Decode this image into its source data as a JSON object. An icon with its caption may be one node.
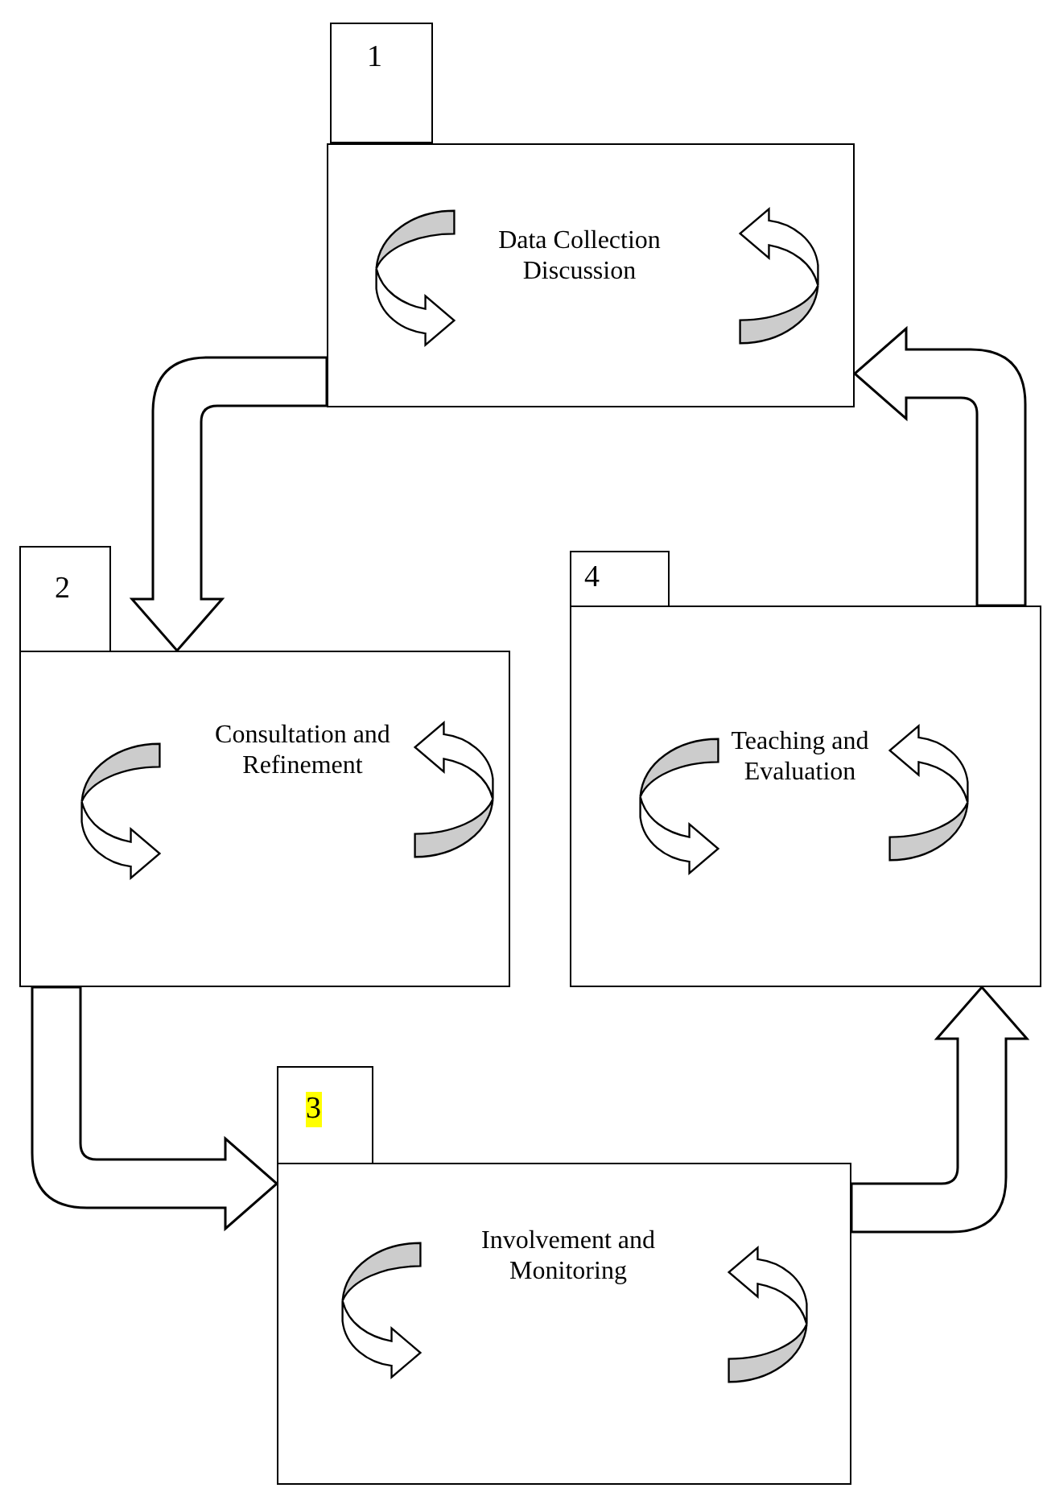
{
  "diagram": {
    "nodes": [
      {
        "text": [
          "1"
        ]
      },
      {
        "text": [
          "Data Collection Discussion"
        ]
      },
      {
        "text": [
          "2"
        ]
      },
      {
        "text": [
          "Consultation and Refinement"
        ]
      },
      {
        "text": [
          "4"
        ]
      },
      {
        "text": [
          "Teaching and Evaluation"
        ]
      },
      {
        "text": [
          "3"
        ]
      },
      {
        "text": [
          "Involvement and Monitoring"
        ]
      }
    ],
    "edges": [
      {
        "from": 1,
        "to": 3,
        "arrow": "to"
      },
      {
        "from": 3,
        "to": 7,
        "arrow": "to"
      },
      {
        "from": 7,
        "to": 5,
        "arrow": "to"
      },
      {
        "from": 5,
        "to": 1,
        "arrow": "to"
      }
    ]
  }
}
